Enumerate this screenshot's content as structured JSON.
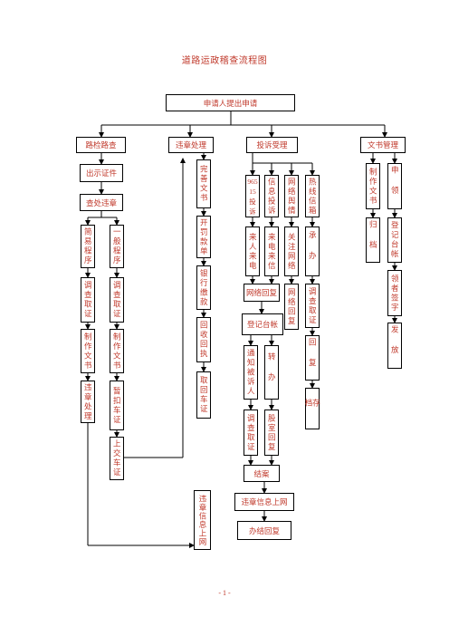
{
  "title": "道路运政稽查流程图",
  "start": "申请人提出申请",
  "columns": {
    "c1": "路检路查",
    "c2": "违章处理",
    "c3": "投诉受理",
    "c4": "文书管理"
  },
  "col1": {
    "show_cert": "出示证件",
    "check_violation": "查处违章",
    "simple": "简易程序",
    "general": "一般程序",
    "investigate_a": "调查取证",
    "investigate_b": "调查取证",
    "make_doc_a": "制作文书",
    "make_doc_b": "制作文书",
    "handle": "违章处理",
    "detain": "暂扣车证",
    "hand_over": "上交车证"
  },
  "col2": {
    "complete_doc": "完善文书",
    "ticket": "开罚款单",
    "bank": "银行缴款",
    "receipt": "回收回执",
    "return_cert": "取回车证",
    "online": "违章信息上网"
  },
  "col3": {
    "hotline": "96515投诉",
    "letter": "信息投诉",
    "network": "网络舆情",
    "phone": "热线信箱",
    "visit_call": "来人来电",
    "call_letter": "来电来信",
    "attention": "关注网络",
    "undertake": "承办",
    "net_reply": "网络回复",
    "net_reply_v": "网络回复",
    "investigate": "调查取证",
    "register": "登记台帐",
    "notify": "通知被诉人",
    "transfer": "转办",
    "reply": "回复",
    "investigate2": "调查取证",
    "case_reply": "股室回复",
    "archive": "存档",
    "close": "结案",
    "info_online": "违章信息上网",
    "final_reply": "办结回复"
  },
  "col4": {
    "make_doc": "制作文书",
    "apply": "申领",
    "archive": "归档",
    "register": "登记台帐",
    "sign": "领者签字",
    "issue": "发放"
  },
  "page_number": "- 1 -"
}
